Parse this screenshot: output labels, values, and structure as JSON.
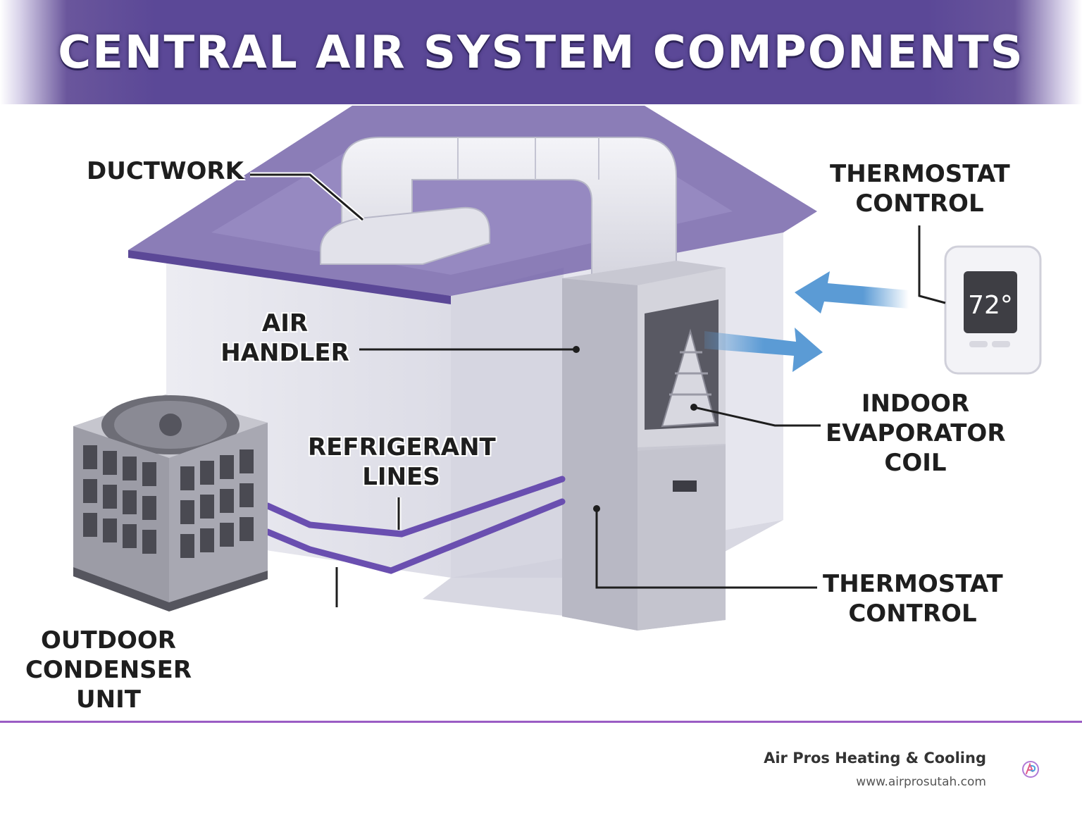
{
  "title": "CENTRAL AIR SYSTEM COMPONENTS",
  "labels": {
    "ductwork": "DUCTWORK",
    "thermostat_top": [
      "THERMOSTAT",
      "CONTROL"
    ],
    "air_handler": [
      "AIR",
      "HANDLER"
    ],
    "refrigerant_lines": [
      "REFRIGERANT",
      "LINES"
    ],
    "evaporator_coil": [
      "INDOOR",
      "EVAPORATOR",
      "COIL"
    ],
    "thermostat_bottom": [
      "THERMOSTAT",
      "CONTROL"
    ],
    "condenser": [
      "OUTDOOR",
      "CONDENSER",
      "UNIT"
    ]
  },
  "thermostat_display": "72°",
  "footer": {
    "company": "Air Pros Heating & Cooling",
    "website": "www.airprosutah.com"
  },
  "colors": {
    "banner": "#5b4897",
    "roof": "#7766aa",
    "refrigerant_line": "#6a4fb0",
    "airflow_arrow": "#5b9bd5",
    "footer_rule": "#9a5cc4"
  },
  "icons": [
    "thermostat-icon",
    "condenser-fan-icon",
    "airflow-arrow-icon",
    "company-logo-icon"
  ]
}
